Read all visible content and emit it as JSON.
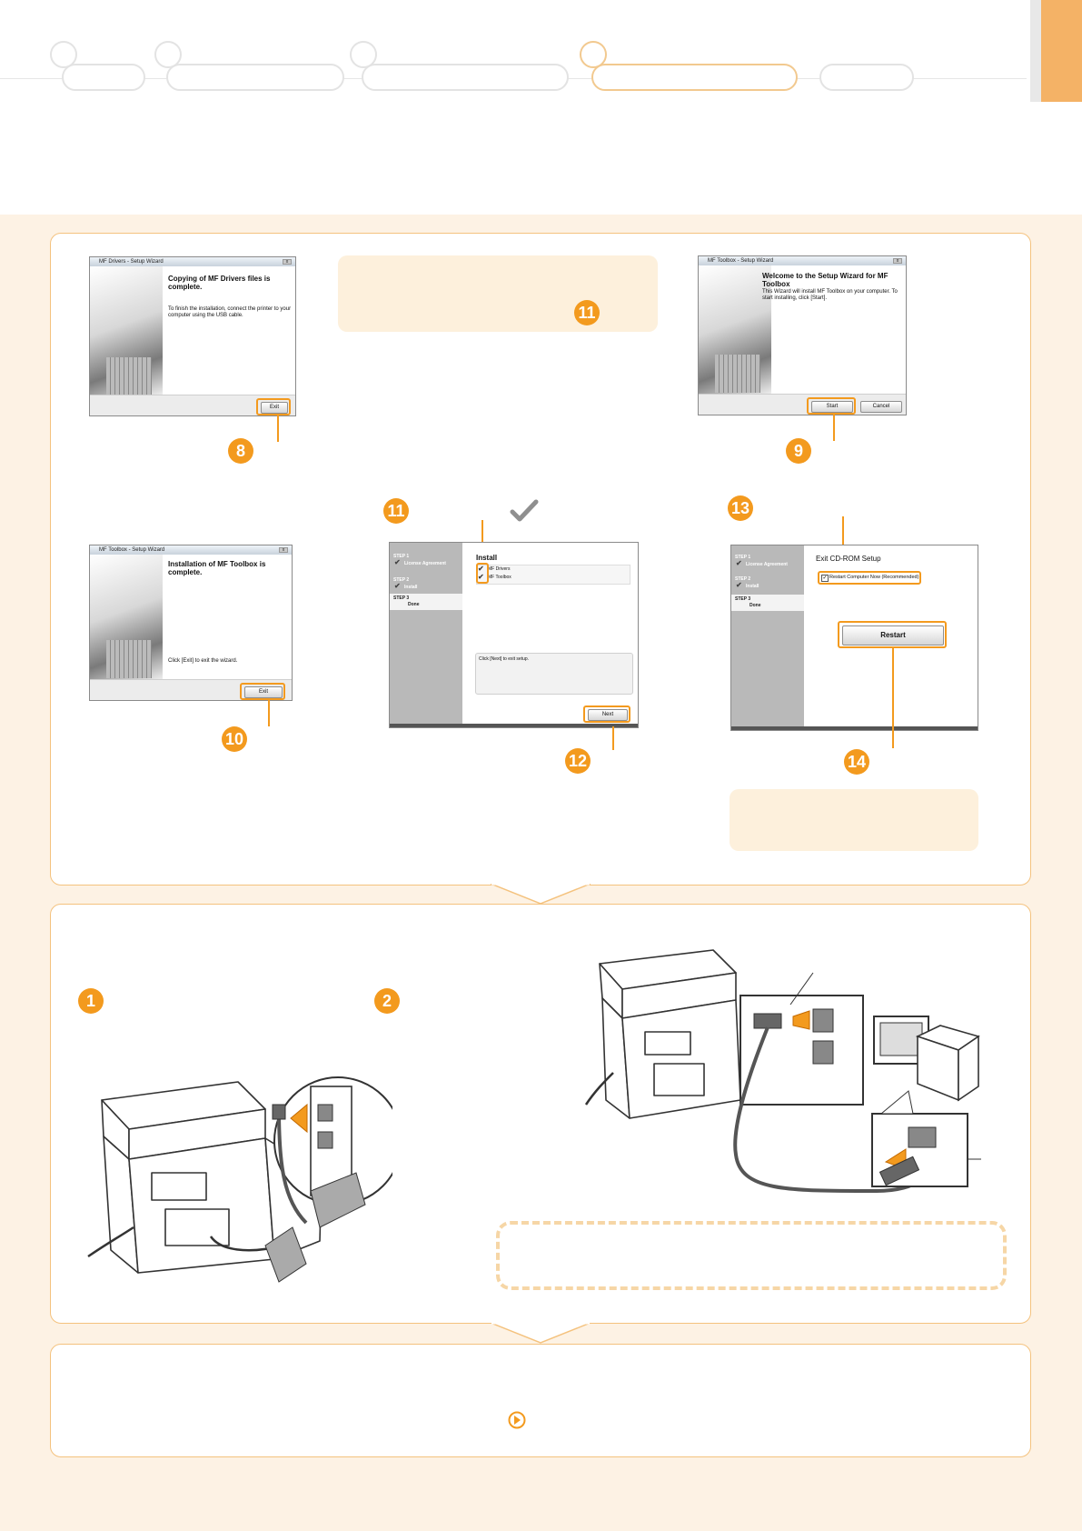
{
  "dialogs": {
    "mf_drivers_complete": {
      "title": "MF Drivers - Setup Wizard",
      "heading": "Copying of MF Drivers files is complete.",
      "body": "To finish the installation, connect the printer to your computer using the USB cable.",
      "button": "Exit"
    },
    "mf_toolbox_welcome": {
      "title": "MF Toolbox - Setup Wizard",
      "heading": "Welcome to the Setup Wizard for MF Toolbox",
      "body": "This Wizard will install MF Toolbox on your computer. To start installing, click [Start].",
      "start_button": "Start",
      "cancel_button": "Cancel"
    },
    "mf_toolbox_complete": {
      "title": "MF Toolbox - Setup Wizard",
      "heading": "Installation of MF Toolbox is complete.",
      "body": "Click [Exit] to exit the wizard.",
      "button": "Exit"
    },
    "install_window": {
      "step1": "STEP 1",
      "step1_item": "License Agreement",
      "step2": "STEP 2",
      "step2_item": "Install",
      "step3": "STEP 3",
      "step3_item": "Done",
      "heading": "Install",
      "item1": "MF Drivers",
      "item2": "MF Toolbox",
      "message": "Click [Next] to exit setup.",
      "next_button": "Next"
    },
    "exit_window": {
      "step1": "STEP 1",
      "step1_item": "License Agreement",
      "step2": "STEP 2",
      "step2_item": "Install",
      "step3": "STEP 3",
      "step3_item": "Done",
      "heading": "Exit CD-ROM Setup",
      "checkbox_label": "Restart Computer Now (Recommended)",
      "restart_button": "Restart"
    }
  },
  "step_numbers": {
    "s8": "8",
    "s9": "9",
    "s10": "10",
    "s11_note": "11",
    "s11": "11",
    "s12": "12",
    "s13": "13",
    "s14": "14",
    "c1": "1",
    "c2": "2"
  },
  "icons": {
    "checkmark": "check-icon",
    "arrow": "circle-arrow-icon"
  },
  "colors": {
    "accent": "#f39a1e",
    "panel_border": "#f4c27e",
    "note_bg": "#fdf0dc",
    "page_bg": "#fdf2e4"
  }
}
